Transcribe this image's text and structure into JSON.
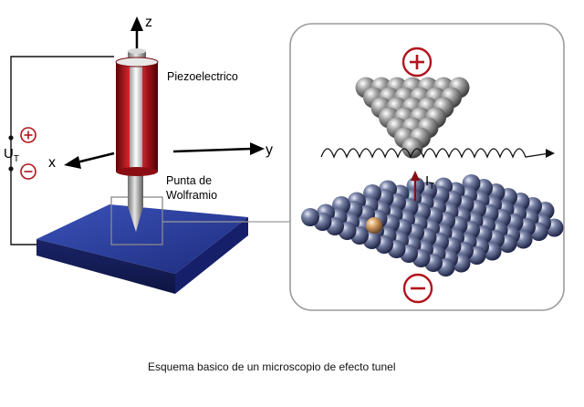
{
  "labels": {
    "axis_z": "z",
    "axis_y": "y",
    "axis_x": "x",
    "piezo": "Piezoelectrico",
    "tip_line1": "Punta de",
    "tip_line2": "Wolframio",
    "voltage_main": "U",
    "voltage_sub": "T",
    "current_main": "I",
    "current_sub": "T",
    "plus": "+",
    "minus": "−"
  },
  "caption": "Esquema basico de un microscopio de efecto tunel",
  "colors": {
    "red": "#b0141c",
    "platform": "#2a3c9a",
    "atom": "#4a5270",
    "tip_atom": "#8a8a8a",
    "frame": "#9a9a9a"
  }
}
